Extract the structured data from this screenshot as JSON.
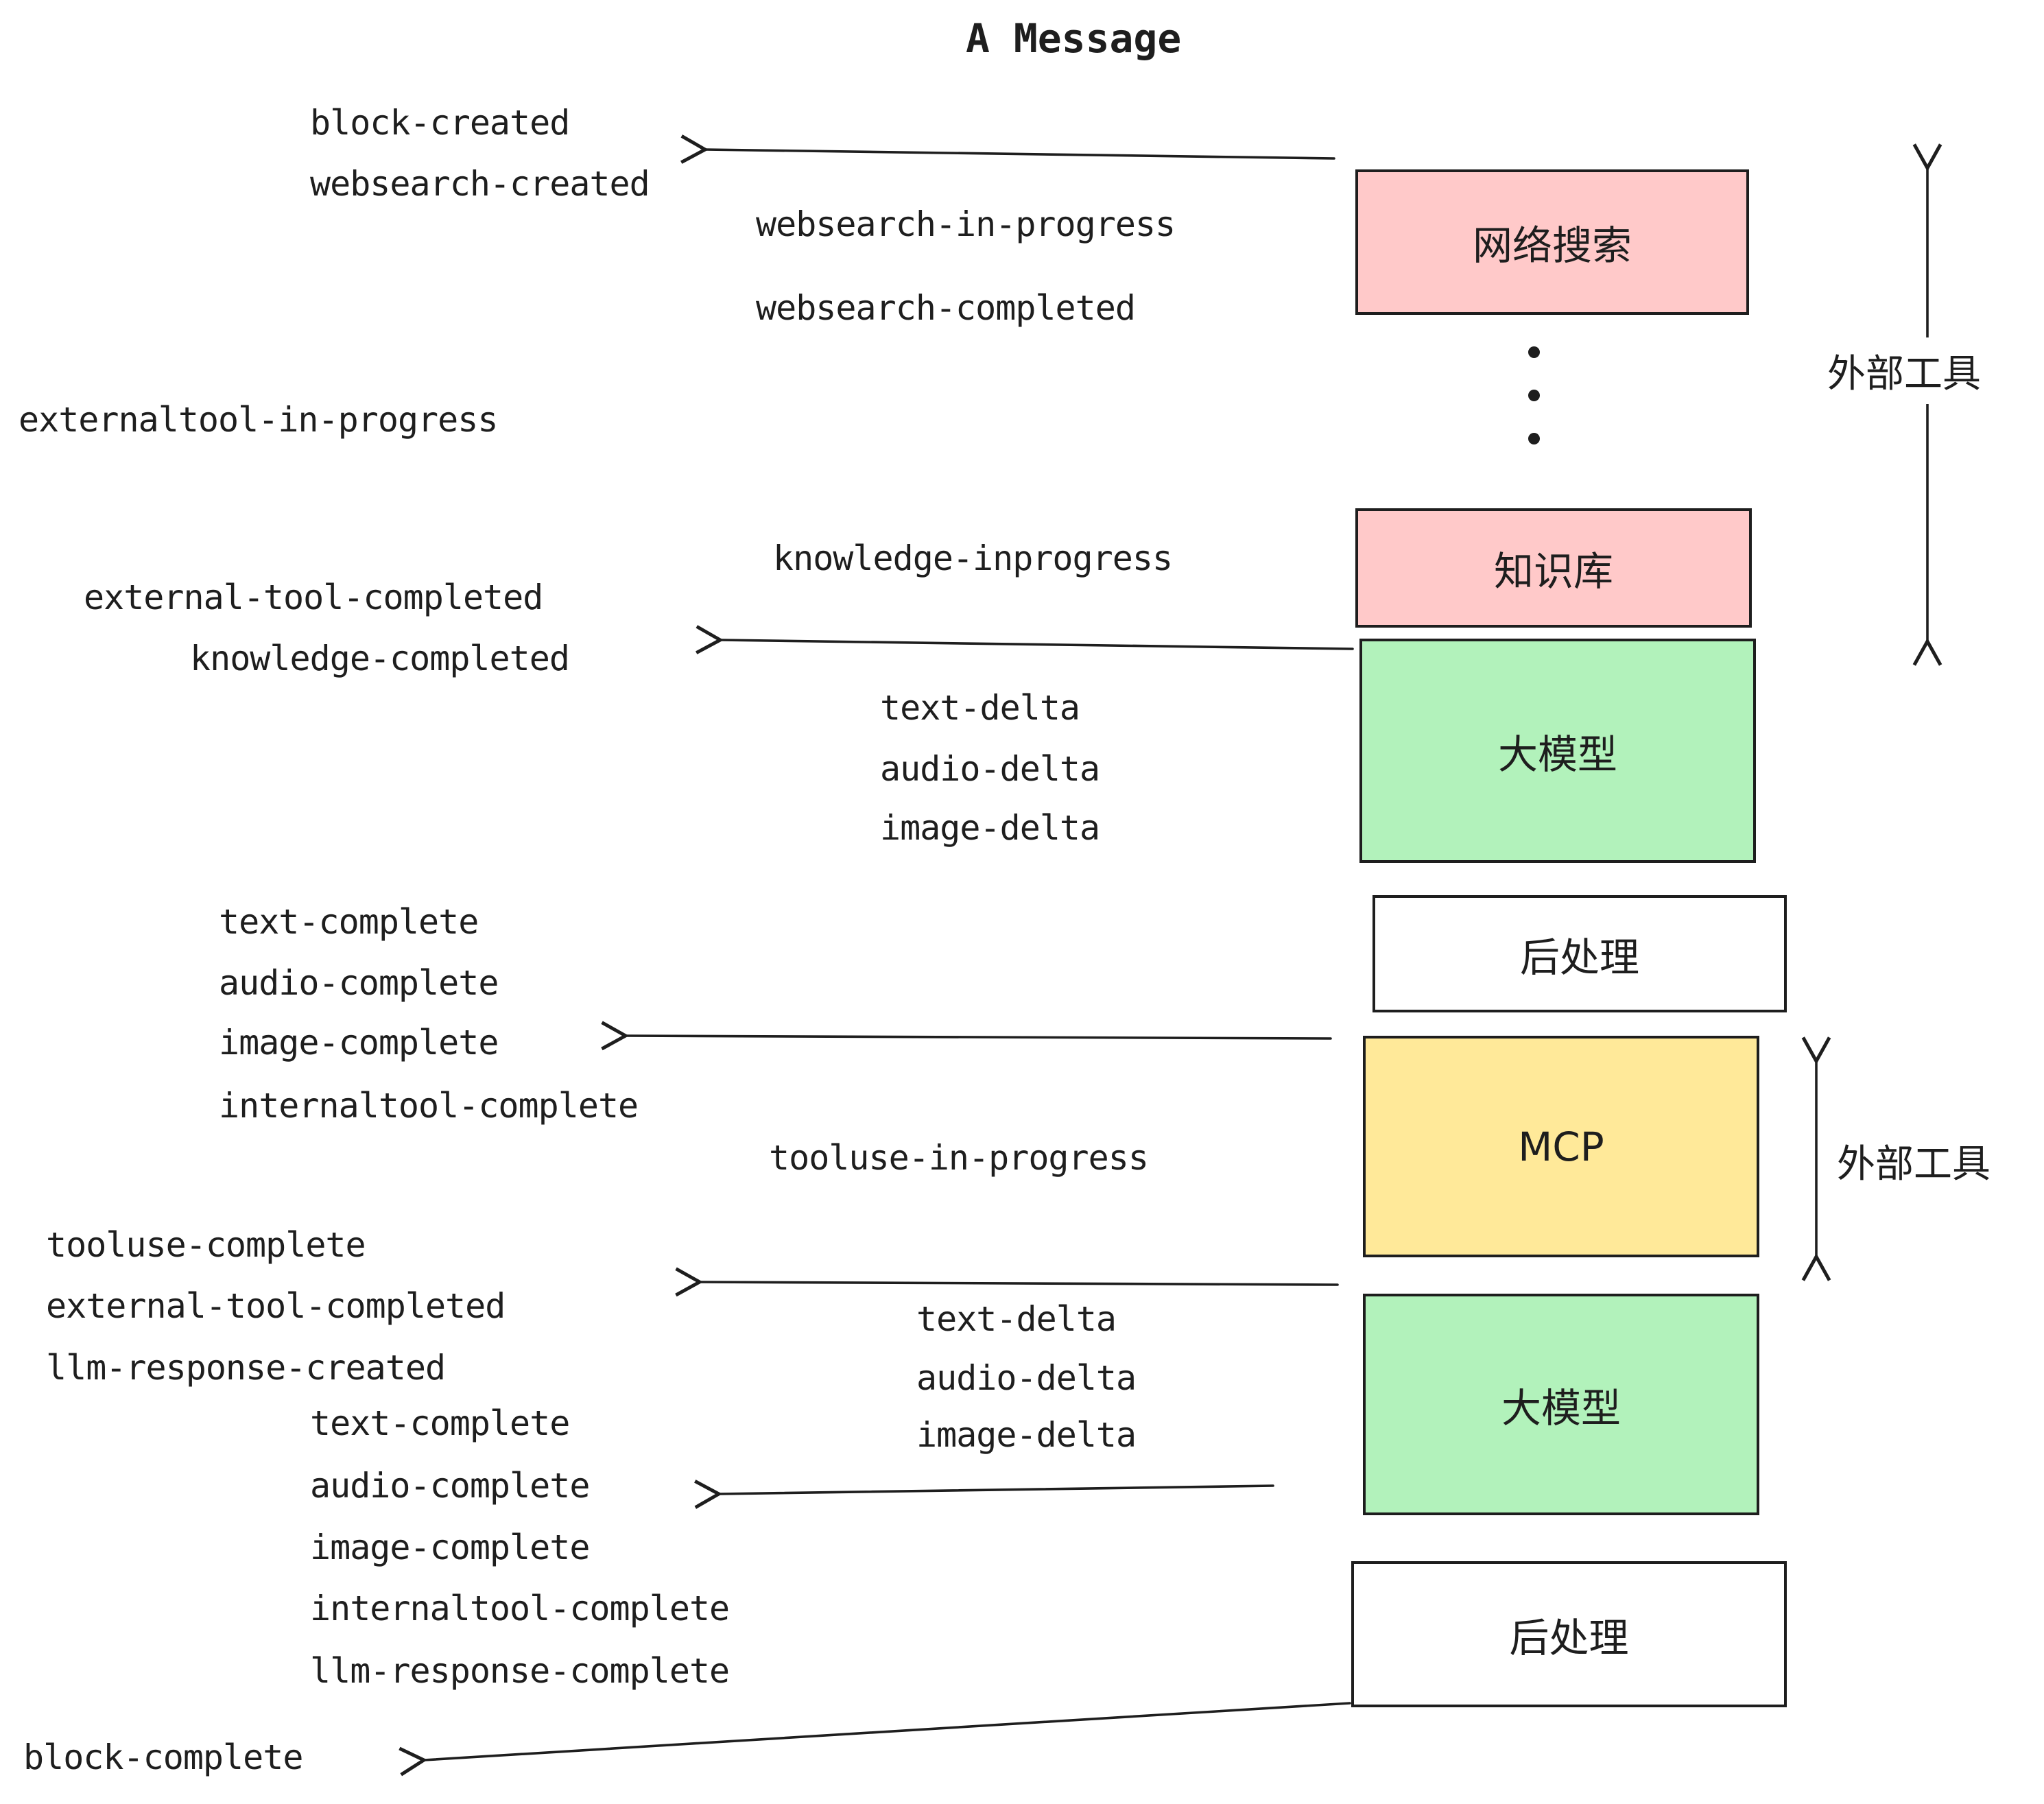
{
  "title": "A Message",
  "events": [
    "block-created",
    "websearch-created",
    "websearch-in-progress",
    "websearch-completed",
    "externaltool-in-progress",
    "knowledge-inprogress",
    "external-tool-completed",
    "knowledge-completed",
    "text-delta",
    "audio-delta",
    "image-delta",
    "text-complete",
    "audio-complete",
    "image-complete",
    "internaltool-complete",
    "tooluse-in-progress",
    "tooluse-complete",
    "external-tool-completed",
    "llm-response-created",
    "text-delta",
    "audio-delta",
    "image-delta",
    "text-complete",
    "audio-complete",
    "image-complete",
    "internaltool-complete",
    "llm-response-complete",
    "block-complete"
  ],
  "boxes": [
    {
      "label": "网络搜索",
      "color": "#ffc9c9"
    },
    {
      "label": "知识库",
      "color": "#ffc9c9"
    },
    {
      "label": "大模型",
      "color": "#b2f2bb"
    },
    {
      "label": "后处理",
      "color": "#ffffff"
    },
    {
      "label": "MCP",
      "color": "#ffe999"
    },
    {
      "label": "大模型",
      "color": "#b2f2bb"
    },
    {
      "label": "后处理",
      "color": "#ffffff"
    }
  ],
  "side_labels": [
    "外部工具",
    "外部工具"
  ],
  "colors": {
    "pink": "#ffc9c9",
    "green": "#b2f2bb",
    "yellow": "#ffe999",
    "white": "#ffffff",
    "line": "#1e1e1e",
    "background": "#ffffff"
  }
}
